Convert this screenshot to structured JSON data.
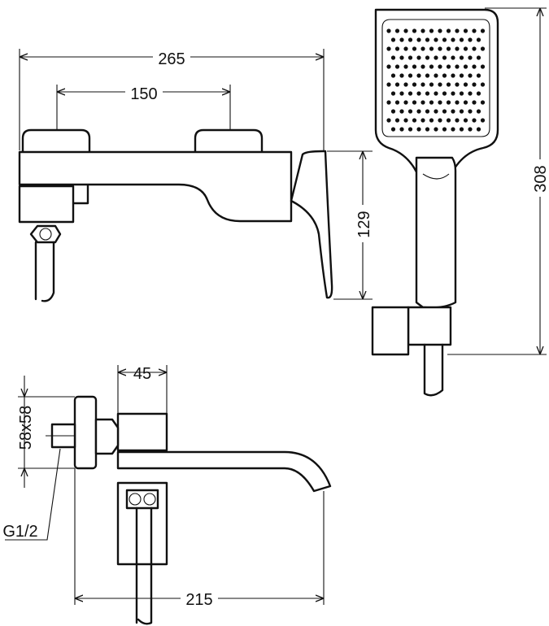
{
  "dimensions": {
    "total_width": "265",
    "handle_spacing": "150",
    "outlet_height": "129",
    "hand_shower_length": "308",
    "flange_depth": "45",
    "flange_size": "58x58",
    "thread": "G1/2",
    "spout_projection": "215"
  }
}
